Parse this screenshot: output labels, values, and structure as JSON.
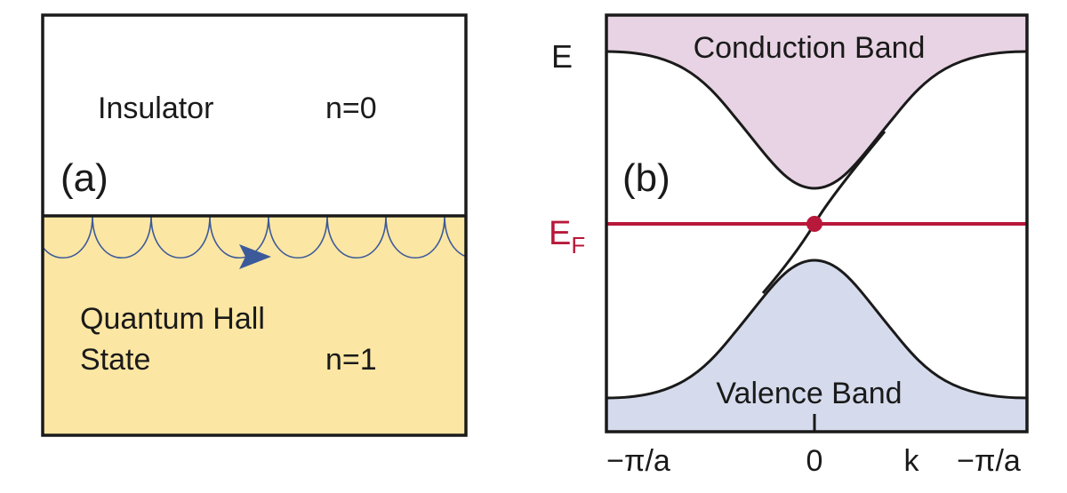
{
  "panel_a": {
    "label": "(a)",
    "top_region": {
      "name": "Insulator",
      "index": "n=0",
      "fill": "#ffffff"
    },
    "bottom_region": {
      "name_line1": "Quantum Hall",
      "name_line2": "State",
      "index": "n=1",
      "fill": "#fbe6a3"
    },
    "edge_orbit_color": "#3c5a9a"
  },
  "panel_b": {
    "label": "(b)",
    "conduction_band": {
      "label": "Conduction Band",
      "fill": "#e7d3e3"
    },
    "valence_band": {
      "label": "Valence Band",
      "fill": "#d5dbec"
    },
    "y_axis_label": "E",
    "fermi_level": {
      "label_main": "E",
      "label_sub": "F",
      "color": "#b8183a"
    },
    "x_tick_labels": [
      "−π/a",
      "0",
      "k",
      "−π/a"
    ]
  }
}
